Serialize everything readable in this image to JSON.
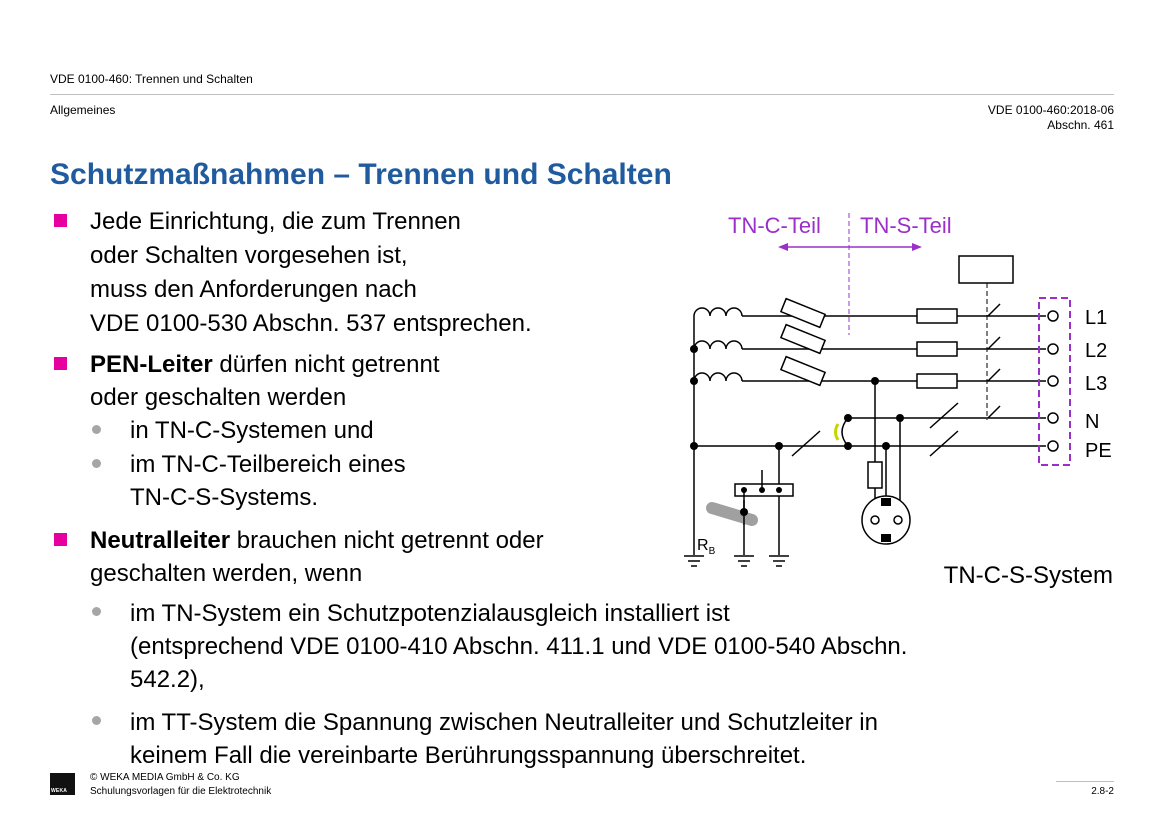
{
  "header": {
    "doc_title": "VDE 0100-460: Trennen und Schalten",
    "section": "Allgemeines",
    "norm_ref": "VDE 0100-460:2018-06",
    "norm_section": "Abschn. 461"
  },
  "title": "Schutzmaßnahmen – Trennen und Schalten",
  "bullets": {
    "b1": [
      "Jede Einrichtung, die zum Trennen",
      "oder Schalten vorgesehen ist,",
      "muss den Anforderungen nach",
      "VDE 0100-530 Abschn. 537 entsprechen."
    ],
    "b2_bold": "PEN-Leiter",
    "b2_rest": " dürfen nicht getrennt",
    "b2_line2": "oder geschalten werden",
    "b2_sub1": "in TN-C-Systemen und",
    "b2_sub2_l1": "im TN-C-Teilbereich eines",
    "b2_sub2_l2": "TN-C-S-Systems.",
    "b3_bold": "Neutralleiter",
    "b3_rest": " brauchen nicht getrennt oder",
    "b3_line2": "geschalten werden, wenn",
    "b3_sub1": [
      "im TN-System ein Schutzpotenzialausgleich installiert ist",
      "(entsprechend VDE 0100-410 Abschn. 411.1 und VDE 0100-540 Abschn.",
      "542.2),"
    ],
    "b3_sub2": [
      "im TT-System die Spannung zwischen Neutralleiter und Schutzleiter in",
      "keinem Fall die vereinbarte Berührungsspannung überschreitet."
    ]
  },
  "diagram": {
    "label_tnc": "TN-C-Teil",
    "label_tns": "TN-S-Teil",
    "conductors": [
      "L1",
      "L2",
      "L3",
      "N",
      "PE"
    ],
    "rb_main": "R",
    "rb_sub": "B",
    "caption": "TN-C-S-System",
    "accent_color": "#9b30c8"
  },
  "footer": {
    "copyright": "© WEKA MEDIA GmbH & Co. KG",
    "series": "Schulungsvorlagen für die Elektrotechnik",
    "page": "2.8-2",
    "logo_text": "WEKA"
  },
  "colors": {
    "title": "#1f5b9e",
    "bullet": "#e600a0",
    "sub_bullet": "#a6a6a6"
  }
}
